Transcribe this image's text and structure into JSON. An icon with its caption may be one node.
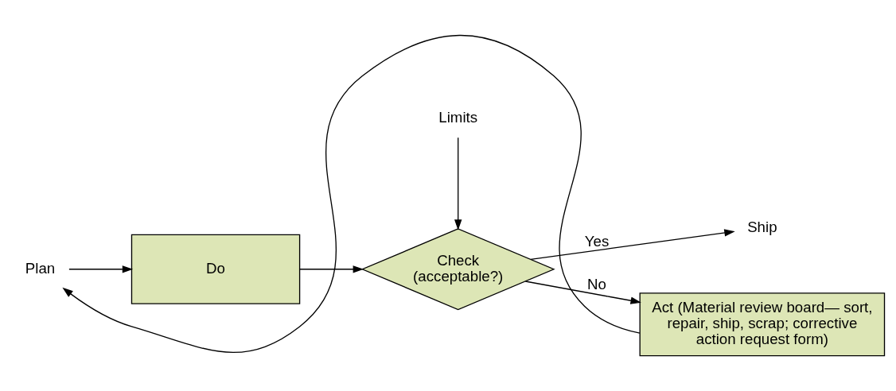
{
  "diagram": {
    "nodes": [
      {
        "text": [
          "Plan"
        ]
      },
      {
        "text": [
          "Do"
        ]
      },
      {
        "text": [
          "Limits"
        ]
      },
      {
        "text": [
          "Check (acceptable?)"
        ]
      },
      {
        "text": [
          "Ship"
        ]
      },
      {
        "text": [
          "Act (Material review board— sort, repair, ship, scrap; corrective action request form)"
        ]
      }
    ],
    "edges": [
      {
        "from": 0,
        "to": 1,
        "arrow": "to"
      },
      {
        "from": 1,
        "to": 3,
        "arrow": "to"
      },
      {
        "from": 2,
        "to": 3,
        "arrow": "to"
      },
      {
        "from": 3,
        "to": 4,
        "arrow": "to",
        "label": "Yes"
      },
      {
        "from": 3,
        "to": 5,
        "arrow": "to",
        "label": "No"
      },
      {
        "from": 5,
        "to": 0,
        "arrow": "to"
      }
    ]
  }
}
